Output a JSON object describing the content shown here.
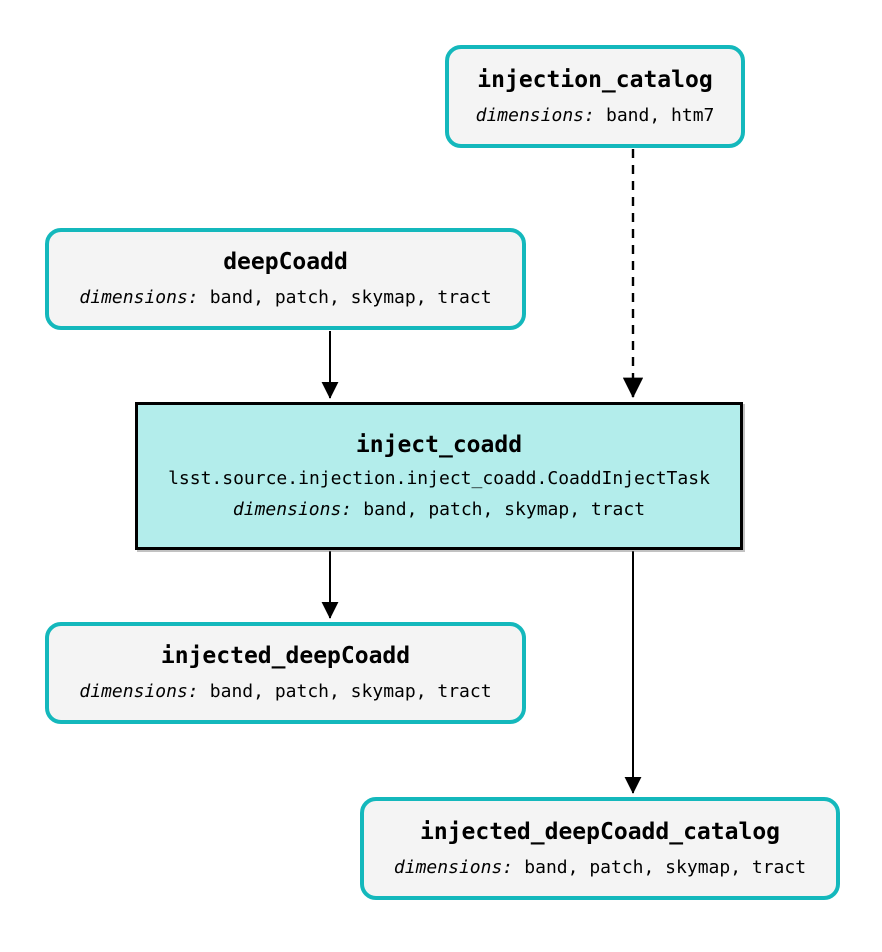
{
  "diagram": {
    "type": "pipeline-task-graph",
    "nodes": [
      {
        "id": "injection_catalog",
        "kind": "dataset",
        "title": "injection_catalog",
        "dimensions_label": "dimensions:",
        "dimensions": "band, htm7"
      },
      {
        "id": "deepCoadd",
        "kind": "dataset",
        "title": "deepCoadd",
        "dimensions_label": "dimensions:",
        "dimensions": "band, patch, skymap, tract"
      },
      {
        "id": "inject_coadd",
        "kind": "task",
        "title": "inject_coadd",
        "task_class": "lsst.source.injection.inject_coadd.CoaddInjectTask",
        "dimensions_label": "dimensions:",
        "dimensions": "band, patch, skymap, tract"
      },
      {
        "id": "injected_deepCoadd",
        "kind": "dataset",
        "title": "injected_deepCoadd",
        "dimensions_label": "dimensions:",
        "dimensions": "band, patch, skymap, tract"
      },
      {
        "id": "injected_deepCoadd_catalog",
        "kind": "dataset",
        "title": "injected_deepCoadd_catalog",
        "dimensions_label": "dimensions:",
        "dimensions": "band, patch, skymap, tract"
      }
    ],
    "edges": [
      {
        "from": "deepCoadd",
        "to": "inject_coadd",
        "style": "solid"
      },
      {
        "from": "injection_catalog",
        "to": "inject_coadd",
        "style": "dashed"
      },
      {
        "from": "inject_coadd",
        "to": "injected_deepCoadd",
        "style": "solid"
      },
      {
        "from": "inject_coadd",
        "to": "injected_deepCoadd_catalog",
        "style": "solid"
      }
    ],
    "colors": {
      "background": "#ffffff",
      "dataset_border": "#14b8bc",
      "dataset_fill": "#f4f4f4",
      "task_border": "#000000",
      "task_fill": "#b3edeb",
      "edge": "#000000",
      "text": "#000000"
    }
  }
}
